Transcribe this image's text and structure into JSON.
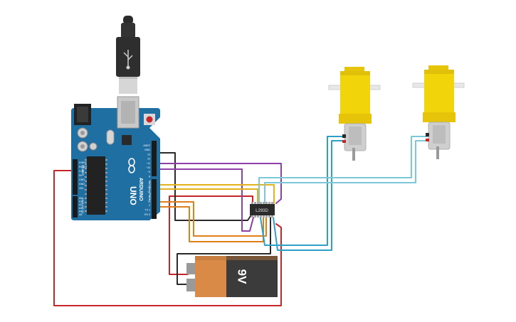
{
  "board": {
    "brand": "ARDUINO",
    "model": "UNO",
    "digital_label": "DIGITAL (PWM~)",
    "pin_labels_top": [
      "AREF",
      "GND",
      "13",
      "12",
      "~11",
      "~10",
      "~9",
      "8"
    ],
    "pin_labels_mid": [
      "7",
      "~6",
      "~5",
      "4",
      "~3",
      "2",
      "TX 1",
      "RX 0"
    ],
    "power_labels": [
      "IOREF",
      "RESET",
      "3.3V",
      "5V",
      "GND",
      "GND",
      "VIN"
    ],
    "analog_labels": [
      "A0",
      "A1",
      "A2",
      "A3",
      "A4",
      "A5"
    ],
    "power_header": "POWER",
    "analog_header": "ANALOG IN"
  },
  "driver_ic": {
    "label": "L293D"
  },
  "battery": {
    "label": "9V"
  },
  "motors": [
    {
      "id": "motor-1"
    },
    {
      "id": "motor-2"
    }
  ],
  "colors": {
    "board": "#1f6fa3",
    "board_dark": "#185c88",
    "wire_black": "#2a2a2a",
    "wire_purple": "#8e3fa8",
    "wire_yellow": "#e3b21c",
    "wire_orange": "#e07f1a",
    "wire_red": "#c6262a",
    "wire_teal": "#2e9fc7",
    "wire_teal_light": "#7cc7d9",
    "motor_yellow": "#f2d40a",
    "battery_orange": "#d98a47",
    "battery_dark": "#3b3b3b"
  }
}
